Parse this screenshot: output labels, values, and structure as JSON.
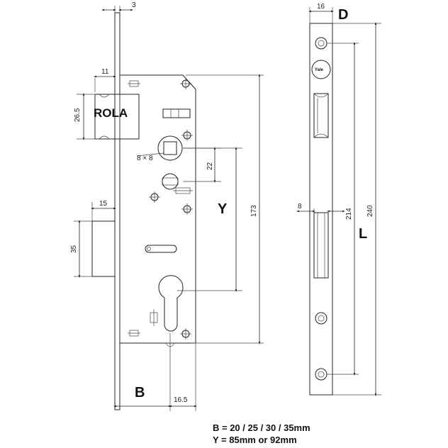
{
  "dimensions": {
    "faceplate_thickness": "3",
    "bolt_offset": "11",
    "latch_height": "26.5",
    "square_spindle": "8 × 8",
    "spindle_to_follower": "22",
    "backset_bottom": "15",
    "strike_height": "35",
    "center_distance": "173",
    "case_offset": "16.5",
    "faceplate_width": "16",
    "faceplate_slot_width": "8",
    "faceplate_inner": "214",
    "faceplate_length": "240"
  },
  "labels": {
    "rola": "ROLA",
    "y": "Y",
    "b": "B",
    "d": "D",
    "l": "L",
    "brand": "Yale"
  },
  "legend": {
    "b_values": "B = 20 / 25 / 30 / 35mm",
    "y_values": "Y = 85mm or 92mm"
  }
}
